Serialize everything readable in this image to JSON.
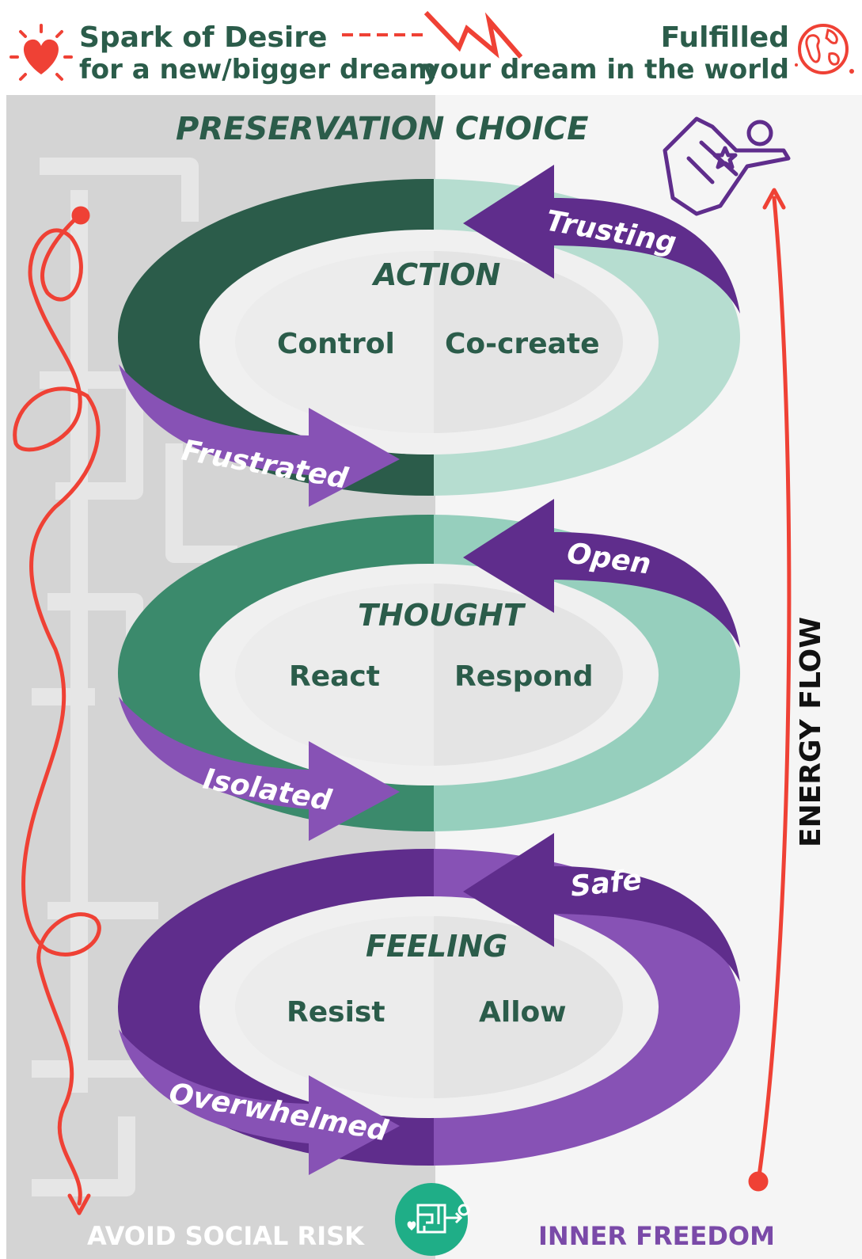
{
  "header": {
    "left_line1": "Spark of Desire",
    "left_line2": "for a new/bigger dream",
    "right_line1": "Fulfilled",
    "right_line2": "your dream in the world"
  },
  "columns": {
    "left_title": "PRESERVATION",
    "right_title": "CHOICE"
  },
  "rings": [
    {
      "title": "ACTION",
      "left_word": "Control",
      "right_word": "Co-create",
      "left_arrow": "Frustrated",
      "right_arrow": "Trusting"
    },
    {
      "title": "THOUGHT",
      "left_word": "React",
      "right_word": "Respond",
      "left_arrow": "Isolated",
      "right_arrow": "Open"
    },
    {
      "title": "FEELING",
      "left_word": "Resist",
      "right_word": "Allow",
      "left_arrow": "Overwhelmed",
      "right_arrow": "Safe"
    }
  ],
  "side_label": "ENERGY FLOW",
  "footer": {
    "left": "AVOID SOCIAL RISK",
    "right": "INNER FREEDOM"
  },
  "colors": {
    "dark_green": "#2b5c4a",
    "mid_green": "#3b8a6c",
    "light_green": "#b6ddd0",
    "mint": "#96cfbd",
    "purple_dark": "#5f2d8c",
    "purple_mid": "#8752b5",
    "red": "#ef4135",
    "teal_badge": "#1fae87"
  }
}
